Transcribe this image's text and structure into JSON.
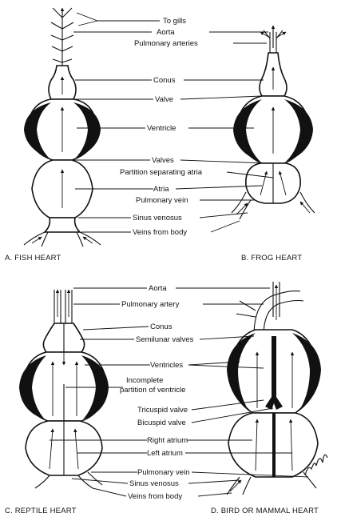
{
  "captions": {
    "fish": "A. FISH HEART",
    "frog": "B. FROG HEART",
    "reptile": "C. REPTILE HEART",
    "bird_mammal": "D. BIRD OR MAMMAL HEART"
  },
  "top_labels": {
    "to_gills": "To gills",
    "aorta": "Aorta",
    "pulmonary_arteries": "Pulmonary arteries",
    "conus": "Conus",
    "valve": "Valve",
    "ventricle": "Ventricle",
    "valves": "Valves",
    "partition_atria": "Partition separating atria",
    "atria": "Atria",
    "pulmonary_vein": "Pulmonary vein",
    "sinus_venosus": "Sinus venosus",
    "veins_from_body": "Veins from body"
  },
  "bottom_labels": {
    "aorta": "Aorta",
    "pulmonary_artery": "Pulmonary artery",
    "conus": "Conus",
    "semilunar_valves": "Semilunar valves",
    "ventricles": "Ventricles",
    "incomplete_partition_line1": "Incomplete",
    "incomplete_partition_line2": "partition of ventricle",
    "tricuspid_valve": "Tricuspid valve",
    "bicuspid_valve": "Bicuspid valve",
    "right_atrium": "Right atrium",
    "left_atrium": "Left atrium",
    "pulmonary_vein": "Pulmonary vein",
    "sinus_venosus": "Sinus venosus",
    "veins_from_body": "Veins from body"
  }
}
